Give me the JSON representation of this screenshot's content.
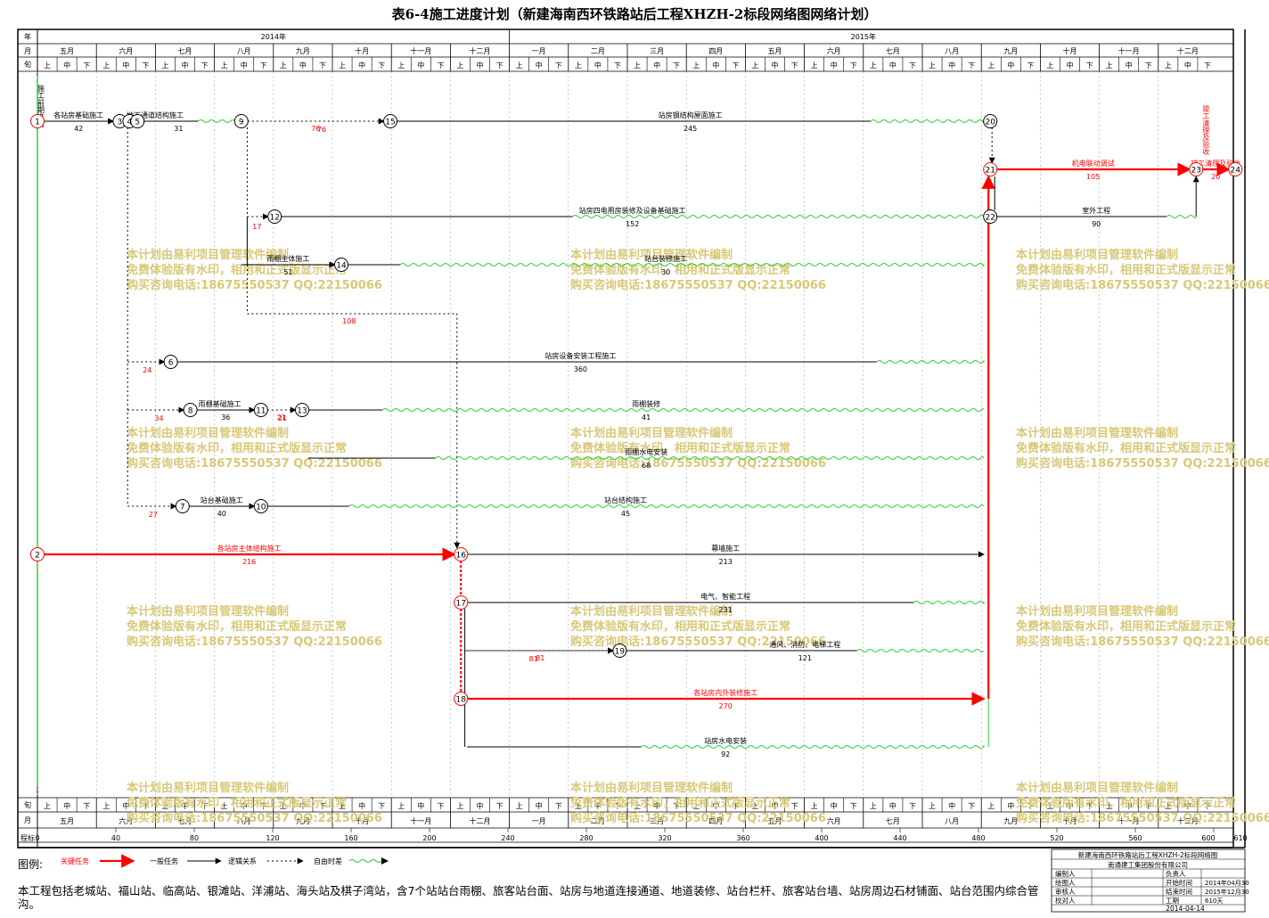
{
  "title": "表6-4施工进度计划（新建海南西环铁路站后工程XHZH-2标段网络图网络计划）",
  "header_labels": {
    "year": "年",
    "month": "月",
    "period": "旬",
    "scale": "程标"
  },
  "years": [
    "2014年",
    "2015年"
  ],
  "months": [
    "五月",
    "六月",
    "七月",
    "八月",
    "九月",
    "十月",
    "十一月",
    "十二月",
    "一月",
    "二月",
    "三月",
    "四月",
    "五月",
    "六月",
    "七月",
    "八月",
    "九月",
    "十月",
    "十一月",
    "十二月"
  ],
  "dekads": [
    "上",
    "中",
    "下"
  ],
  "scale_ticks": [
    "0",
    "40",
    "80",
    "120",
    "160",
    "200",
    "240",
    "280",
    "320",
    "360",
    "400",
    "440",
    "480",
    "520",
    "560",
    "600",
    "610"
  ],
  "colors": {
    "critical": "#ff0000",
    "normal": "#000000",
    "free_float": "#33cc33",
    "watermark": "#d8c878",
    "dependency": "#000000"
  },
  "chart_data": {
    "type": "network",
    "time_unit": "days",
    "time_range": [
      0,
      610
    ],
    "nodes": [
      {
        "id": "1",
        "day": 0,
        "row": 1
      },
      {
        "id": "2",
        "day": 0,
        "row": 10
      },
      {
        "id": "3",
        "day": 42,
        "row": 1
      },
      {
        "id": "4",
        "day": 47,
        "row": 1
      },
      {
        "id": "5",
        "day": 51,
        "row": 1
      },
      {
        "id": "6",
        "day": 68,
        "row": 5
      },
      {
        "id": "7",
        "day": 74,
        "row": 8
      },
      {
        "id": "8",
        "day": 78,
        "row": 6
      },
      {
        "id": "9",
        "day": 104,
        "row": 1
      },
      {
        "id": "10",
        "day": 114,
        "row": 8
      },
      {
        "id": "11",
        "day": 114,
        "row": 6
      },
      {
        "id": "12",
        "day": 121,
        "row": 3
      },
      {
        "id": "13",
        "day": 135,
        "row": 6
      },
      {
        "id": "14",
        "day": 155,
        "row": 4
      },
      {
        "id": "15",
        "day": 180,
        "row": 1
      },
      {
        "id": "16",
        "day": 216,
        "row": 10
      },
      {
        "id": "17",
        "day": 216,
        "row": 11
      },
      {
        "id": "18",
        "day": 216,
        "row": 13
      },
      {
        "id": "19",
        "day": 297,
        "row": 12
      },
      {
        "id": "20",
        "day": 486,
        "row": 1
      },
      {
        "id": "21",
        "day": 486,
        "row": 2
      },
      {
        "id": "22",
        "day": 486,
        "row": 3
      },
      {
        "id": "23",
        "day": 591,
        "row": 2
      },
      {
        "id": "24",
        "day": 611,
        "row": 2
      }
    ],
    "activities": [
      {
        "from": "1",
        "to": "3",
        "name": "各站房基础施工",
        "duration": "42",
        "type": "normal"
      },
      {
        "from": "3",
        "to": "4",
        "name": "",
        "duration": "",
        "type": "normal"
      },
      {
        "from": "4",
        "to": "5",
        "name": "",
        "duration": "",
        "type": "normal"
      },
      {
        "from": "5",
        "to": "9",
        "name": "地下通道结构施工",
        "duration": "31",
        "type": "normal"
      },
      {
        "from": "9",
        "to": "15",
        "name": "",
        "duration": "76",
        "type": "free_float"
      },
      {
        "from": "15",
        "to": "20",
        "name": "站房钢结构屋面施工",
        "duration": "245",
        "type": "normal"
      },
      {
        "from": "21",
        "to": "23",
        "name": "机电联动调试",
        "duration": "105",
        "type": "critical"
      },
      {
        "from": "23",
        "to": "24",
        "name": "竣工清理及验收",
        "duration": "20",
        "type": "critical"
      },
      {
        "from": "12",
        "to": "22",
        "name": "站房四电用房装修及设备基础施工",
        "duration": "152",
        "type": "normal"
      },
      {
        "from": "22",
        "to": "23",
        "name": "室外工程",
        "duration": "90",
        "type": "normal"
      },
      {
        "from": "9",
        "to": "14",
        "name": "雨棚主体施工",
        "duration": "51",
        "type": "normal"
      },
      {
        "from": "14",
        "to": "22",
        "name": "站台装修施工",
        "duration": "30",
        "type": "normal"
      },
      {
        "from": "9",
        "to": "16",
        "name": "",
        "duration": "108",
        "type": "free_float"
      },
      {
        "from": "6",
        "to": "22",
        "name": "站房设备安装工程施工",
        "duration": "360",
        "type": "normal"
      },
      {
        "from": "8",
        "to": "11",
        "name": "雨棚基础施工",
        "duration": "36",
        "type": "normal"
      },
      {
        "from": "11",
        "to": "13",
        "name": "",
        "duration": "21",
        "type": "free_float"
      },
      {
        "from": "13",
        "to": "22",
        "name": "雨棚装修",
        "duration": "41",
        "type": "normal"
      },
      {
        "from": "13",
        "to": "22",
        "name": "雨棚水电安装",
        "duration": "68",
        "type": "normal"
      },
      {
        "from": "7",
        "to": "10",
        "name": "站台基础施工",
        "duration": "40",
        "type": "normal"
      },
      {
        "from": "10",
        "to": "22",
        "name": "站台结构施工",
        "duration": "45",
        "type": "normal"
      },
      {
        "from": "2",
        "to": "16",
        "name": "各站房主体结构施工",
        "duration": "216",
        "type": "critical"
      },
      {
        "from": "16",
        "to": "22",
        "name": "幕墙施工",
        "duration": "213",
        "type": "normal"
      },
      {
        "from": "17",
        "to": "22",
        "name": "电气、智能工程",
        "duration": "231",
        "type": "normal"
      },
      {
        "from": "17",
        "to": "19",
        "name": "",
        "duration": "81",
        "type": "free_float"
      },
      {
        "from": "19",
        "to": "22",
        "name": "通风、消防、电梯工程",
        "duration": "121",
        "type": "normal"
      },
      {
        "from": "18",
        "to": "21",
        "name": "各站房内外装修施工",
        "duration": "270",
        "type": "critical"
      },
      {
        "from": "18",
        "to": "22",
        "name": "站房水电安装",
        "duration": "92",
        "type": "normal"
      },
      {
        "from": "5",
        "to": "6",
        "name": "",
        "duration": "24",
        "type": "free_float"
      },
      {
        "from": "5",
        "to": "8",
        "name": "",
        "duration": "34",
        "type": "free_float"
      },
      {
        "from": "5",
        "to": "7",
        "name": "",
        "duration": "27",
        "type": "free_float"
      },
      {
        "from": "9",
        "to": "12",
        "name": "",
        "duration": "17",
        "type": "free_float"
      },
      {
        "from": "1",
        "to": "2",
        "name": "施工前期准备",
        "duration": "",
        "type": "normal"
      }
    ]
  },
  "watermark": {
    "line1": "本计划由易利项目管理软件编制",
    "line2": "免费体验版有水印，相用和正式版显示正常",
    "line3": "购买咨询电话:18675550537 QQ:22150066"
  },
  "legend": {
    "label": "图例:",
    "items": [
      {
        "name": "关键任务",
        "type": "critical"
      },
      {
        "name": "一般任务",
        "type": "normal"
      },
      {
        "name": "逻辑关系",
        "type": "dependency"
      },
      {
        "name": "自由时差",
        "type": "free_float"
      }
    ]
  },
  "note": "本工程包括老城站、福山站、临高站、银滩站、洋浦站、海头站及棋子湾站，含7个站站台雨棚、旅客站台面、站房与地道连接通道、地道装修、站台栏杆、旅客站台墙、站房周边石材铺面、站台范围内综合管沟。",
  "title_block": {
    "project": "新建海南西环铁路站后工程XHZH-2标段网络图",
    "company": "南通建工集团股份有限公司",
    "rows": [
      {
        "left": "编制人",
        "mid": "负责人",
        "right": ""
      },
      {
        "left": "绘图人",
        "mid": "开始时间",
        "right": "2014年04月30"
      },
      {
        "left": "审核人",
        "mid": "结束时间",
        "right": "2015年12月30"
      },
      {
        "left": "校对人",
        "mid": "工期",
        "right": "610天"
      }
    ],
    "date": "2014-04-14"
  }
}
